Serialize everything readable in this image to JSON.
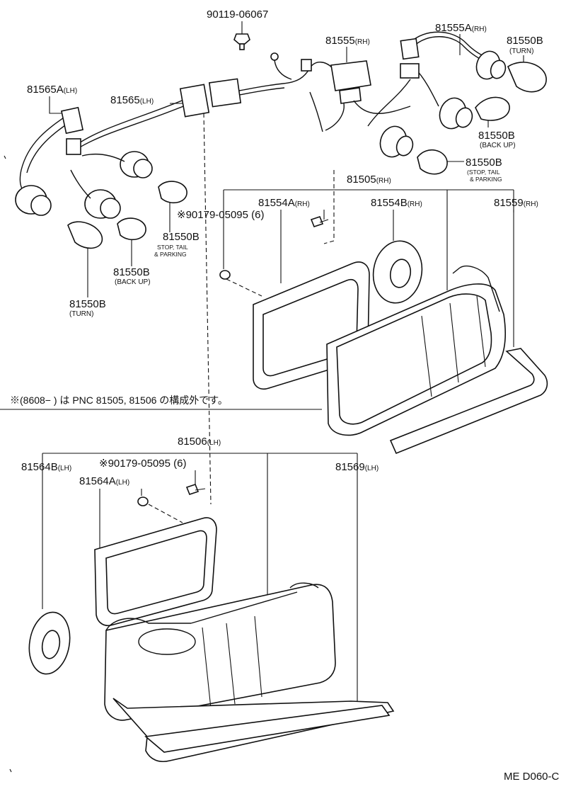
{
  "labels": {
    "p90119": "90119-06067",
    "p81555": "81555",
    "p81555_rh": "(RH)",
    "p81555A": "81555A",
    "p81555A_rh": "(RH)",
    "p81550B_turn_rh": "81550B",
    "turn_rh": "(TURN)",
    "p81565A": "81565A",
    "p81565A_lh": "(LH)",
    "p81565": "81565",
    "p81565_lh": "(LH)",
    "p81550B_backup_rh": "81550B",
    "backup_rh": "(BACK UP)",
    "p81550B_stop_rh": "81550B",
    "stop_rh_1": "(STOP, TAIL",
    "stop_rh_2": "& PARKING",
    "p81505": "81505",
    "p81505_rh": "(RH)",
    "p81554A": "81554A",
    "p81554A_rh": "(RH)",
    "p81554B": "81554B",
    "p81554B_rh": "(RH)",
    "p81559": "81559",
    "p81559_rh": "(RH)",
    "p90179_rh": "※90179-05095 (6)",
    "p81550B_stop_lh": "81550B",
    "stop_lh_1": "STOP, TAIL",
    "stop_lh_2": "& PARKING",
    "p81550B_backup_lh": "81550B",
    "backup_lh": "(BACK UP)",
    "p81550B_turn_lh": "81550B",
    "turn_lh": "(TURN)",
    "note": "※(8608−      ) は PNC 81505, 81506 の構成外です。",
    "p81506": "81506",
    "p81506_lh": "(LH)",
    "p81564B": "81564B",
    "p81564B_lh": "(LH)",
    "p90179_lh": "※90179-05095 (6)",
    "p81564A": "81564A",
    "p81564A_lh": "(LH)",
    "p81569": "81569",
    "p81569_lh": "(LH)",
    "code": "ME D060-C"
  }
}
